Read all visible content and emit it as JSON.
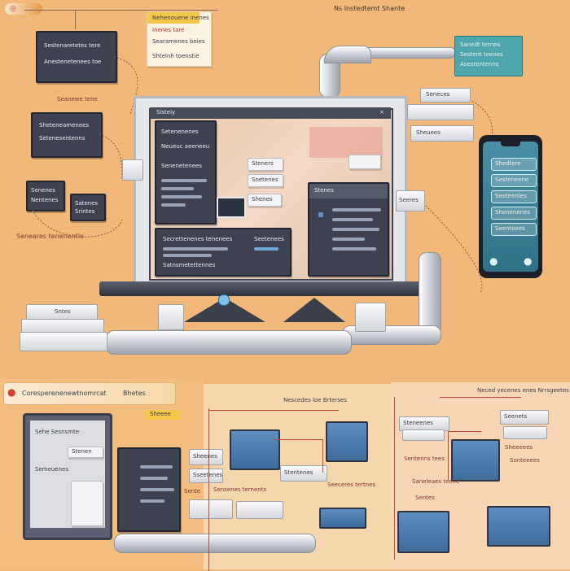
{
  "header": {
    "badge_text": "",
    "top_caption": "Ns Instedtemt Shante",
    "sticky_note": [
      "Nehenouene inenes",
      "Inenes tare",
      "Searamenes beies",
      "Shtelnh toenstie"
    ]
  },
  "left_cards": [
    {
      "lines": [
        "Sestenaretetes tere",
        "Anestenetenees toe"
      ]
    },
    {
      "lines": [
        "Sheteneamenees",
        "Setenesentenns"
      ]
    },
    {
      "lines": [
        "Senenes",
        "Nentenes"
      ]
    },
    {
      "lines": [
        "Satenes",
        "Srintes"
      ]
    }
  ],
  "left_annotations": [
    "Seanewe tene",
    "Seneares tenenentie"
  ],
  "top_right_card": {
    "lines": [
      "Sanedt ternes",
      "Sestent teenes",
      "Asestentenns"
    ]
  },
  "monitor": {
    "title": "Sisteiy",
    "left_panel_lines": [
      "Setenenenes",
      "Neueuc aeeneeu",
      "Senenetenees"
    ],
    "bottom_panel_lines": [
      "Secrettenenes tenenees",
      "Seetenees",
      "Satnsmetettennes"
    ],
    "right_panel_title": "Stenes",
    "mini_tiles": [
      "Steners",
      "Snetenes",
      "Shenes"
    ]
  },
  "side_blocks": [
    "Seneces",
    "Sheuees",
    "Seeres"
  ],
  "left_stack_label": "Sntes",
  "phone": {
    "rows": [
      "Shedtere",
      "Sesteneene",
      "Seeteenies",
      "Shenenenes",
      "Seenteees"
    ],
    "buttons": [
      "●",
      "●"
    ]
  },
  "bottom_banner": {
    "title": "Coresperenenewtnomrcat",
    "tag": "Bhetes",
    "sub": "Sheeee"
  },
  "bottom_left_device": {
    "lines": [
      "Sehe Sesnsmte",
      "Stenen",
      "Semeuenes"
    ]
  },
  "bottom_center": {
    "caption": "Nescedes loe Brterses",
    "blocks": [
      "Sheenes",
      "Sseetenes",
      "Stentenes"
    ],
    "annotations": [
      "Sensenes ternents",
      "Seeceres tertnes",
      "Sente"
    ]
  },
  "bottom_right": {
    "caption": "Neced yecenes enes Nrrsgeetes",
    "blocks": [
      "Steneenes",
      "Seenets"
    ],
    "annotations": [
      "Sentenns tees",
      "Saneleaes teene",
      "Sheeeees",
      "Sonteeees",
      "Sentes"
    ]
  }
}
